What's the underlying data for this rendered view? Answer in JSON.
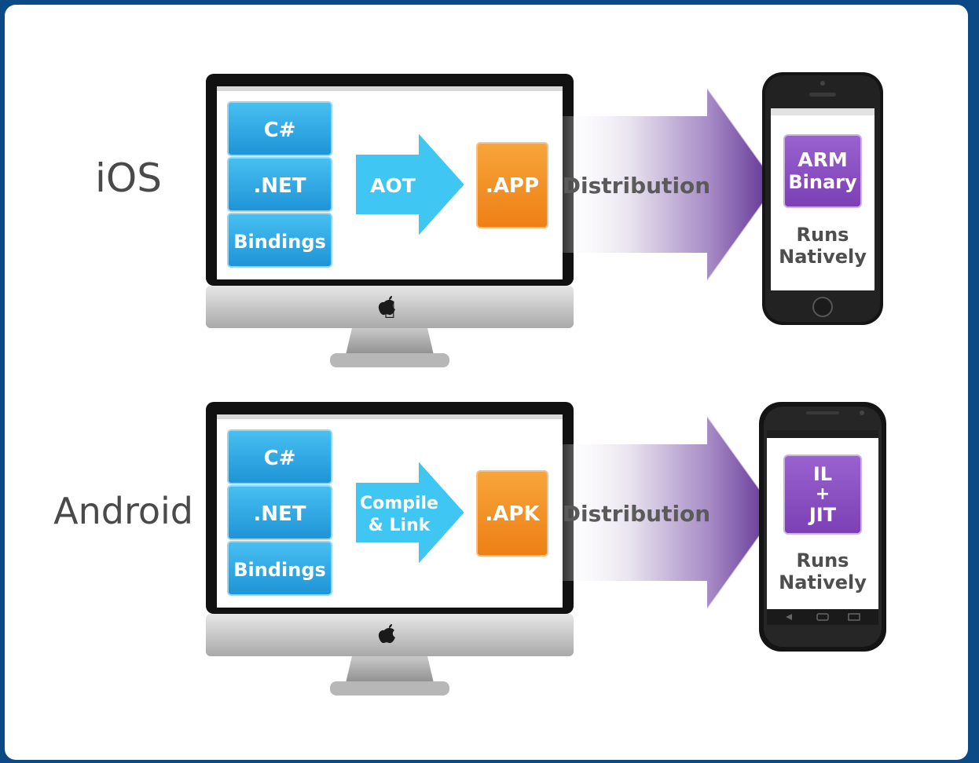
{
  "colors": {
    "background": "#0b4a86",
    "blue_box": "#29a9e6",
    "arrow_blue": "#3fc6f2",
    "orange_box": "#f2901f",
    "purple": "#7a3fb0",
    "gray_text": "#4a4a4a"
  },
  "ios": {
    "platform": "iOS",
    "stack": [
      ".NET",
      "C#",
      "Bindings"
    ],
    "stack_order": [
      "C#",
      ".NET",
      "Bindings"
    ],
    "compile_lines": [
      "AOT"
    ],
    "package": ".APP",
    "distribution": "Distribution",
    "device_box_lines": [
      "ARM",
      "Binary"
    ],
    "runs_lines": [
      "Runs",
      "Natively"
    ],
    "computer_icon": "apple-logo-icon"
  },
  "android": {
    "platform": "Android",
    "stack_order": [
      "C#",
      ".NET",
      "Bindings"
    ],
    "compile_lines": [
      "Compile",
      "& Link"
    ],
    "package": ".APK",
    "distribution": "Distribution",
    "device_box_lines": [
      "IL",
      "+",
      "JIT"
    ],
    "runs_lines": [
      "Runs",
      "Natively"
    ],
    "computer_icon": "apple-logo-icon"
  }
}
